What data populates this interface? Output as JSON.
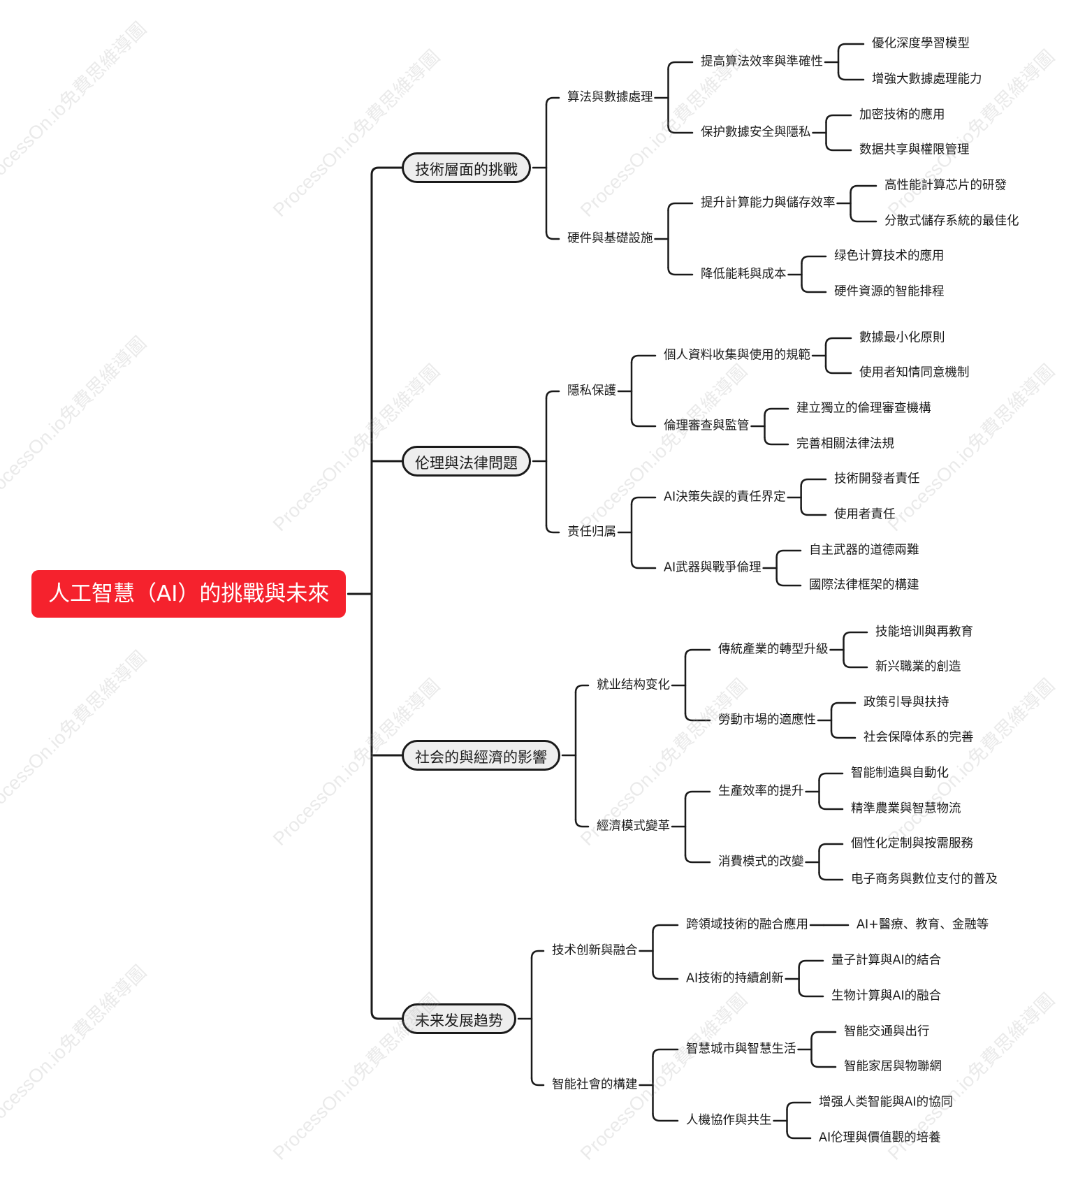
{
  "watermark": "ProcessOn.io免費思維導圖",
  "root": {
    "label": "人工智慧（AI）的挑戰與未來"
  },
  "branches": [
    {
      "label": "技術層面的挑戰",
      "children": [
        {
          "label": "算法與數據處理",
          "children": [
            {
              "label": "提高算法效率與準確性",
              "children": [
                "優化深度學習模型",
                "增強大數據處理能力"
              ]
            },
            {
              "label": "保护數據安全與隱私",
              "children": [
                "加密技術的應用",
                "数据共享與權限管理"
              ]
            }
          ]
        },
        {
          "label": "硬件與基礎設施",
          "children": [
            {
              "label": "提升計算能力與儲存效率",
              "children": [
                "高性能計算芯片的研發",
                "分散式儲存系統的最佳化"
              ]
            },
            {
              "label": "降低能耗與成本",
              "children": [
                "绿色计算技术的應用",
                "硬件資源的智能排程"
              ]
            }
          ]
        }
      ]
    },
    {
      "label": "伦理與法律問題",
      "children": [
        {
          "label": "隱私保護",
          "children": [
            {
              "label": "個人資料收集與使用的規範",
              "children": [
                "數據最小化原則",
                "使用者知情同意機制"
              ]
            },
            {
              "label": "倫理審查與監管",
              "children": [
                "建立獨立的倫理審查機構",
                "完善相關法律法規"
              ]
            }
          ]
        },
        {
          "label": "责任归属",
          "children": [
            {
              "label": "AI決策失誤的責任界定",
              "children": [
                "技術開發者責任",
                "使用者責任"
              ]
            },
            {
              "label": "AI武器與戰爭倫理",
              "children": [
                "自主武器的道德兩難",
                "國際法律框架的構建"
              ]
            }
          ]
        }
      ]
    },
    {
      "label": "社会的與經濟的影響",
      "children": [
        {
          "label": "就业结构变化",
          "children": [
            {
              "label": "傳統產業的轉型升級",
              "children": [
                "技能培训與再教育",
                "新兴職業的創造"
              ]
            },
            {
              "label": "勞動市場的適應性",
              "children": [
                "政策引导與扶持",
                "社会保障体系的完善"
              ]
            }
          ]
        },
        {
          "label": "經濟模式變革",
          "children": [
            {
              "label": "生產效率的提升",
              "children": [
                "智能制造與自動化",
                "精準農業與智慧物流"
              ]
            },
            {
              "label": "消費模式的改變",
              "children": [
                "個性化定制與按需服務",
                "电子商务與數位支付的普及"
              ]
            }
          ]
        }
      ]
    },
    {
      "label": "未来发展趋势",
      "children": [
        {
          "label": "技术创新與融合",
          "children": [
            {
              "label": "跨領域技術的融合應用",
              "children": [
                "AI+醫療、教育、金融等"
              ]
            },
            {
              "label": "AI技術的持續創新",
              "children": [
                "量子計算與AI的結合",
                "生物计算與AI的融合"
              ]
            }
          ]
        },
        {
          "label": "智能社會的構建",
          "children": [
            {
              "label": "智慧城市與智慧生活",
              "children": [
                "智能交通與出行",
                "智能家居與物聯網"
              ]
            },
            {
              "label": "人機協作與共生",
              "children": [
                "增强人类智能與AI的協同",
                "AI伦理與價值觀的培養"
              ]
            }
          ]
        }
      ]
    }
  ]
}
